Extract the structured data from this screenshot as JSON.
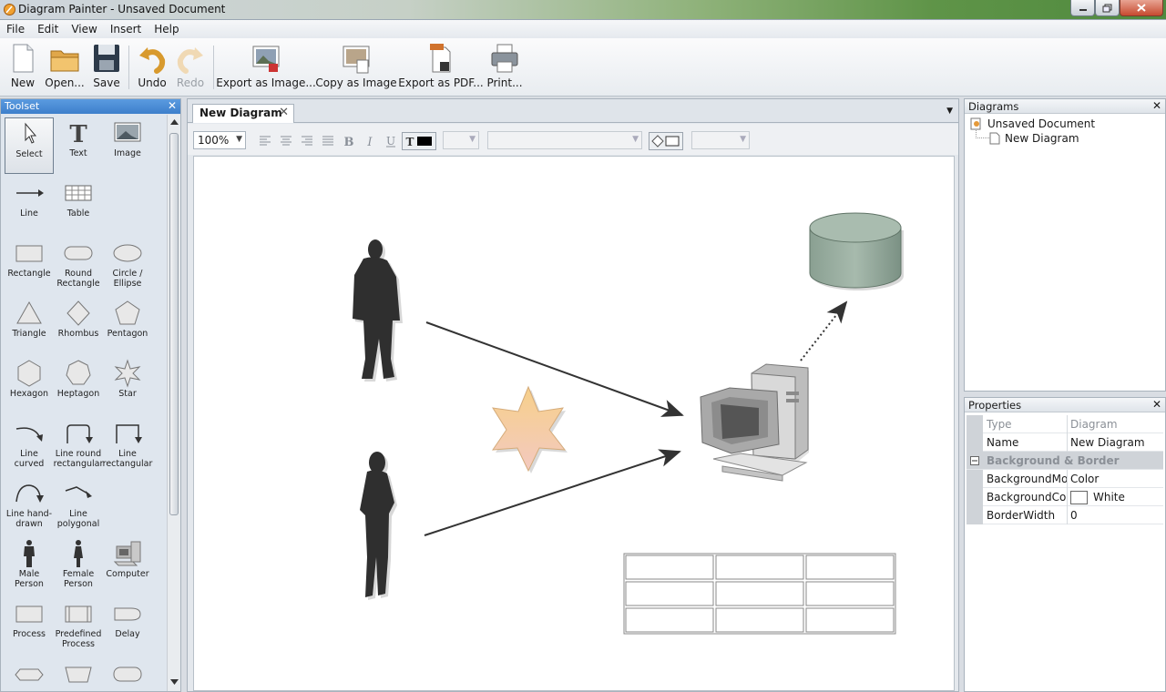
{
  "window": {
    "title": "Diagram Painter - Unsaved Document"
  },
  "menu": [
    "File",
    "Edit",
    "View",
    "Insert",
    "Help"
  ],
  "toolbar": {
    "new": "New",
    "open": "Open...",
    "save": "Save",
    "undo": "Undo",
    "redo": "Redo",
    "export_image": "Export as Image...",
    "copy_image": "Copy as Image",
    "export_pdf": "Export as PDF...",
    "print": "Print..."
  },
  "toolset": {
    "title": "Toolset",
    "tools": [
      "Select",
      "Text",
      "Image",
      "Line",
      "Table",
      "Rectangle",
      "Round Rectangle",
      "Circle / Ellipse",
      "Triangle",
      "Rhombus",
      "Pentagon",
      "Hexagon",
      "Heptagon",
      "Star",
      "Line curved",
      "Line round rectangular",
      "Line rectangular",
      "Line hand-drawn",
      "Line polygonal",
      "Male Person",
      "Female Person",
      "Computer",
      "Process",
      "Predefined Process",
      "Delay"
    ]
  },
  "document": {
    "tab_label": "New Diagram",
    "zoom": "100%"
  },
  "diagrams_panel": {
    "title": "Diagrams",
    "root": "Unsaved Document",
    "child": "New Diagram"
  },
  "properties_panel": {
    "title": "Properties",
    "type_key": "Type",
    "type_value": "Diagram",
    "name_key": "Name",
    "name_value": "New Diagram",
    "group": "Background & Border",
    "bgmode_key": "BackgroundMode",
    "bgmode_value": "Color",
    "bgcolor_key": "BackgroundColor",
    "bgcolor_value": "White",
    "border_key": "BorderWidth",
    "border_value": "0"
  },
  "colors": {
    "toolset_header": "#3d7fcb",
    "canvas": "#ffffff",
    "database": "#8fa596"
  }
}
